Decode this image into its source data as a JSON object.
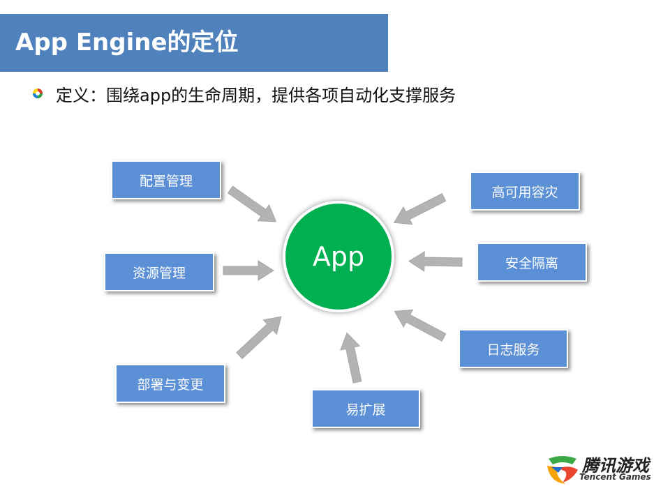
{
  "title": "App Engine的定位",
  "definition": "定义：围绕app的生命周期，提供各项自动化支撑服务",
  "center": "App",
  "nodes": {
    "config": "配置管理",
    "resource": "资源管理",
    "deploy": "部署与变更",
    "scale": "易扩展",
    "logging": "日志服务",
    "isolation": "安全隔离",
    "ha": "高可用容灾"
  },
  "logo": {
    "cn": "腾讯游戏",
    "en": "Tencent Games"
  },
  "colors": {
    "title_bar": "#4f81bd",
    "node": "#5b8fd6",
    "center": "#00b050",
    "arrow": "#b3b3b3"
  }
}
